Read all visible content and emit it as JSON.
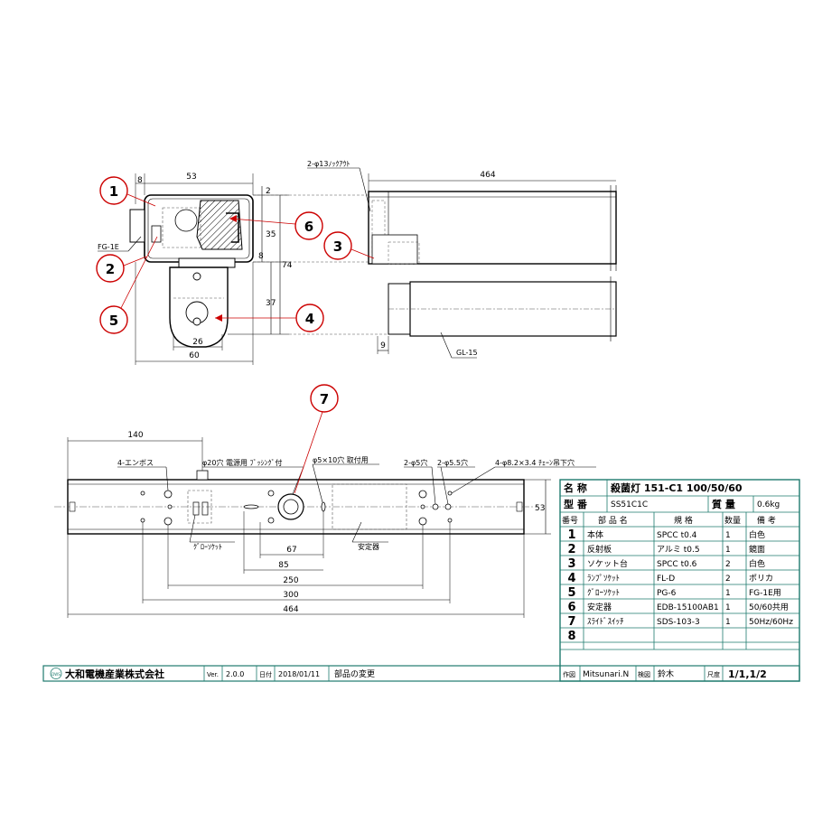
{
  "side_view": {
    "dims": {
      "d53": "53",
      "d8": "8",
      "d2": "2",
      "d35": "35",
      "d8b": "8",
      "d74": "74",
      "d37": "37",
      "d26": "26",
      "d60": "60"
    },
    "notes": {
      "fg1e": "FG-1E"
    }
  },
  "front_view": {
    "dims": {
      "d464": "464",
      "d9": "9"
    },
    "notes": {
      "knockout": "2-φ13ﾉｯｸｱｳﾄ",
      "gl15": "GL-15"
    }
  },
  "plan_view": {
    "dims": {
      "d140": "140",
      "d53": "53",
      "d67": "67",
      "d85": "85",
      "d250": "250",
      "d300": "300",
      "d464": "464"
    },
    "notes": {
      "emboss": "4-エンボス",
      "bushing": "φ20穴 電源用 ﾌﾞｯｼﾝｸﾞ付",
      "mount": "φ5×10穴 取付用",
      "hole5": "2-φ5穴",
      "hole55": "2-φ5.5穴",
      "chain": "4-φ8.2×3.4 ﾁｪｰﾝ吊下穴",
      "glow": "ｸﾞﾛｰｿｹｯﾄ",
      "ballast": "安定器"
    }
  },
  "balloons": [
    "1",
    "2",
    "3",
    "4",
    "5",
    "6",
    "7"
  ],
  "title_block": {
    "name_label": "名 称",
    "name_value": "殺菌灯 151-C1 100/50/60",
    "model_label": "型 番",
    "model_value": "SS51C1C",
    "weight_label": "質 量",
    "weight_value": "0.6kg",
    "headers": [
      "番号",
      "部 品 名",
      "規 格",
      "数量",
      "備 考"
    ],
    "rows": [
      [
        "1",
        "本体",
        "SPCC t0.4",
        "1",
        "白色"
      ],
      [
        "2",
        "反射板",
        "アルミ t0.5",
        "1",
        "鏡面"
      ],
      [
        "3",
        "ソケット台",
        "SPCC t0.6",
        "2",
        "白色"
      ],
      [
        "4",
        "ﾗﾝﾌﾟｿｹｯﾄ",
        "FL-D",
        "2",
        "ポリカ"
      ],
      [
        "5",
        "ｸﾞﾛｰｿｹｯﾄ",
        "PG-6",
        "1",
        "FG-1E用"
      ],
      [
        "6",
        "安定器",
        "EDB-15100AB1",
        "1",
        "50/60共用"
      ],
      [
        "7",
        "ｽﾗｲﾄﾞｽｲｯﾁ",
        "SDS-103-3",
        "1",
        "50Hz/60Hz"
      ],
      [
        "8",
        "",
        "",
        "",
        ""
      ]
    ]
  },
  "footer": {
    "company": "大和電機産業株式会社",
    "logo_text": "DWS",
    "ver_label": "Ver.",
    "ver_value": "2.0.0",
    "date_label": "日付",
    "date_value": "2018/01/11",
    "change_note": "部品の変更",
    "author_label": "作図",
    "author_value": "Mitsunari.N",
    "checker_label": "検図",
    "checker_value": "鈴木",
    "scale_label": "尺度",
    "sheet_value": "1/1,1/2"
  }
}
